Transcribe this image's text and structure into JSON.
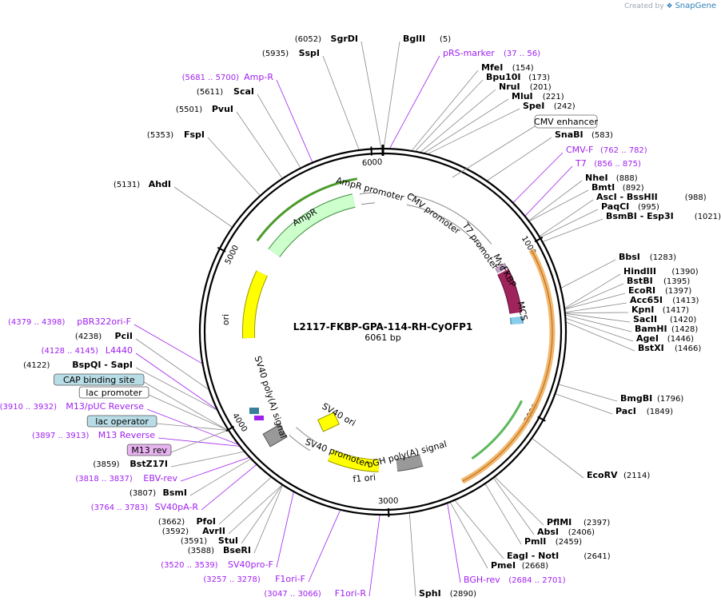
{
  "brand": {
    "created_by": "Created by",
    "app": "SnapGene"
  },
  "plasmid": {
    "name": "L2117-FKBP-GPA-114-RH-CyOFP1",
    "size": "6061 bp",
    "length": 6061
  },
  "colors": {
    "ring": "#000000",
    "primer": "#a020f0",
    "feature_green_fill": "#ccffcc",
    "ori": "#ffff00",
    "fkbp": "#a0245c",
    "mcs": "#87ceeb",
    "sv40ori": "#ffff00",
    "bgh": "#999999",
    "orange_hl": "#f0a030",
    "green_hl": "#4caf50"
  },
  "ticks": [
    {
      "pos": 1000,
      "label": "1000"
    },
    {
      "pos": 2000,
      "label": "2000"
    },
    {
      "pos": 3000,
      "label": "3000"
    },
    {
      "pos": 4000,
      "label": "4000"
    },
    {
      "pos": 5000,
      "label": "5000"
    },
    {
      "pos": 6000,
      "label": "6000"
    }
  ],
  "features": [
    {
      "name": "CMV enhancer",
      "kind": "box",
      "label": "CMV enhancer"
    },
    {
      "name": "CMV promoter",
      "label": "CMV promoter"
    },
    {
      "name": "T7 promoter",
      "label": "T7 promoter"
    },
    {
      "name": "Myc",
      "label": "Myc"
    },
    {
      "name": "FKBP",
      "label": "FKBP"
    },
    {
      "name": "MCS",
      "label": "MCS"
    },
    {
      "name": "SV40 ori",
      "label": "SV40 ori"
    },
    {
      "name": "bGH poly(A) signal",
      "label": "bGH poly(A) signal"
    },
    {
      "name": "f1 ori",
      "label": "f1 ori"
    },
    {
      "name": "SV40 promoter",
      "label": "SV40 promoter"
    },
    {
      "name": "SV40 poly(A) signal",
      "label": "SV40 poly(A) signal"
    },
    {
      "name": "ori",
      "label": "ori"
    },
    {
      "name": "AmpR",
      "label": "AmpR"
    },
    {
      "name": "AmpR promoter",
      "label": "AmpR promoter"
    }
  ],
  "left_labels": [
    {
      "name": "SgrDI",
      "pos": "(6052)"
    },
    {
      "name": "SspI",
      "pos": "(5935)"
    },
    {
      "name": "Amp-R",
      "pos": "(5681 .. 5700)",
      "primer": true
    },
    {
      "name": "ScaI",
      "pos": "(5611)"
    },
    {
      "name": "PvuI",
      "pos": "(5501)"
    },
    {
      "name": "FspI",
      "pos": "(5353)"
    },
    {
      "name": "AhdI",
      "pos": "(5131)"
    },
    {
      "name": "pBR322ori-F",
      "pos": "(4379 .. 4398)",
      "primer": true
    },
    {
      "name": "PciI",
      "pos": "(4238)"
    },
    {
      "name": "L4440",
      "pos": "(4128 .. 4145)",
      "primer": true
    },
    {
      "name": "BspQI  - SapI",
      "pos": "(4122)"
    },
    {
      "name": "CAP binding site",
      "box": "#b8dde6"
    },
    {
      "name": "lac promoter",
      "box": "#ffffff"
    },
    {
      "name": "M13/pUC Reverse",
      "pos": "(3910 .. 3932)",
      "primer": true
    },
    {
      "name": "lac operator",
      "box": "#b8dde6"
    },
    {
      "name": "M13 Reverse",
      "pos": "(3897 .. 3913)",
      "primer": true
    },
    {
      "name": "M13 rev",
      "box": "#e8b4f0"
    },
    {
      "name": "BstZ17I",
      "pos": "(3859)"
    },
    {
      "name": "EBV-rev",
      "pos": "(3818 .. 3837)",
      "primer": true
    },
    {
      "name": "BsmI",
      "pos": "(3807)"
    },
    {
      "name": "SV40pA-R",
      "pos": "(3764 .. 3783)",
      "primer": true
    },
    {
      "name": "PfoI",
      "pos": "(3662)"
    },
    {
      "name": "AvrII",
      "pos": "(3592)"
    },
    {
      "name": "StuI",
      "pos": "(3591)"
    },
    {
      "name": "BseRI",
      "pos": "(3588)"
    },
    {
      "name": "SV40pro-F",
      "pos": "(3520 .. 3539)",
      "primer": true
    },
    {
      "name": "F1ori-F",
      "pos": "(3257 .. 3278)",
      "primer": true
    },
    {
      "name": "F1ori-R",
      "pos": "(3047 .. 3066)",
      "primer": true
    }
  ],
  "right_labels": [
    {
      "name": "BglII",
      "pos": "(5)"
    },
    {
      "name": "pRS-marker",
      "pos": "(37 .. 56)",
      "primer": true
    },
    {
      "name": "MfeI",
      "pos": "(154)"
    },
    {
      "name": "Bpu10I",
      "pos": "(173)"
    },
    {
      "name": "NruI",
      "pos": "(201)"
    },
    {
      "name": "MluI",
      "pos": "(221)"
    },
    {
      "name": "SpeI",
      "pos": "(242)"
    },
    {
      "name": "SnaBI",
      "pos": "(583)"
    },
    {
      "name": "CMV-F",
      "pos": "(762 .. 782)",
      "primer": true
    },
    {
      "name": "T7",
      "pos": "(856 .. 875)",
      "primer": true
    },
    {
      "name": "NheI",
      "pos": "(888)"
    },
    {
      "name": "BmtI",
      "pos": "(892)"
    },
    {
      "name": "AscI  - BssHII",
      "pos": "(988)"
    },
    {
      "name": "PaqCI",
      "pos": "(995)"
    },
    {
      "name": "BsmBI  - Esp3I",
      "pos": "(1021)"
    },
    {
      "name": "BbsI",
      "pos": "(1283)"
    },
    {
      "name": "HindIII",
      "pos": "(1390)"
    },
    {
      "name": "BstBI",
      "pos": "(1395)"
    },
    {
      "name": "EcoRI",
      "pos": "(1397)"
    },
    {
      "name": "Acc65I",
      "pos": "(1413)"
    },
    {
      "name": "KpnI",
      "pos": "(1417)"
    },
    {
      "name": "SacII",
      "pos": "(1420)"
    },
    {
      "name": "BamHI",
      "pos": "(1428)"
    },
    {
      "name": "AgeI",
      "pos": "(1446)"
    },
    {
      "name": "BstXI",
      "pos": "(1466)"
    },
    {
      "name": "BmgBI",
      "pos": "(1796)"
    },
    {
      "name": "PacI",
      "pos": "(1849)"
    },
    {
      "name": "EcoRV",
      "pos": "(2114)"
    },
    {
      "name": "PflMI",
      "pos": "(2397)"
    },
    {
      "name": "AbsI",
      "pos": "(2406)"
    },
    {
      "name": "PmlI",
      "pos": "(2459)"
    },
    {
      "name": "EagI  - NotI",
      "pos": "(2641)"
    },
    {
      "name": "PmeI",
      "pos": "(2668)"
    },
    {
      "name": "BGH-rev",
      "pos": "(2684 .. 2701)",
      "primer": true
    },
    {
      "name": "SphI",
      "pos": "(2890)"
    }
  ]
}
